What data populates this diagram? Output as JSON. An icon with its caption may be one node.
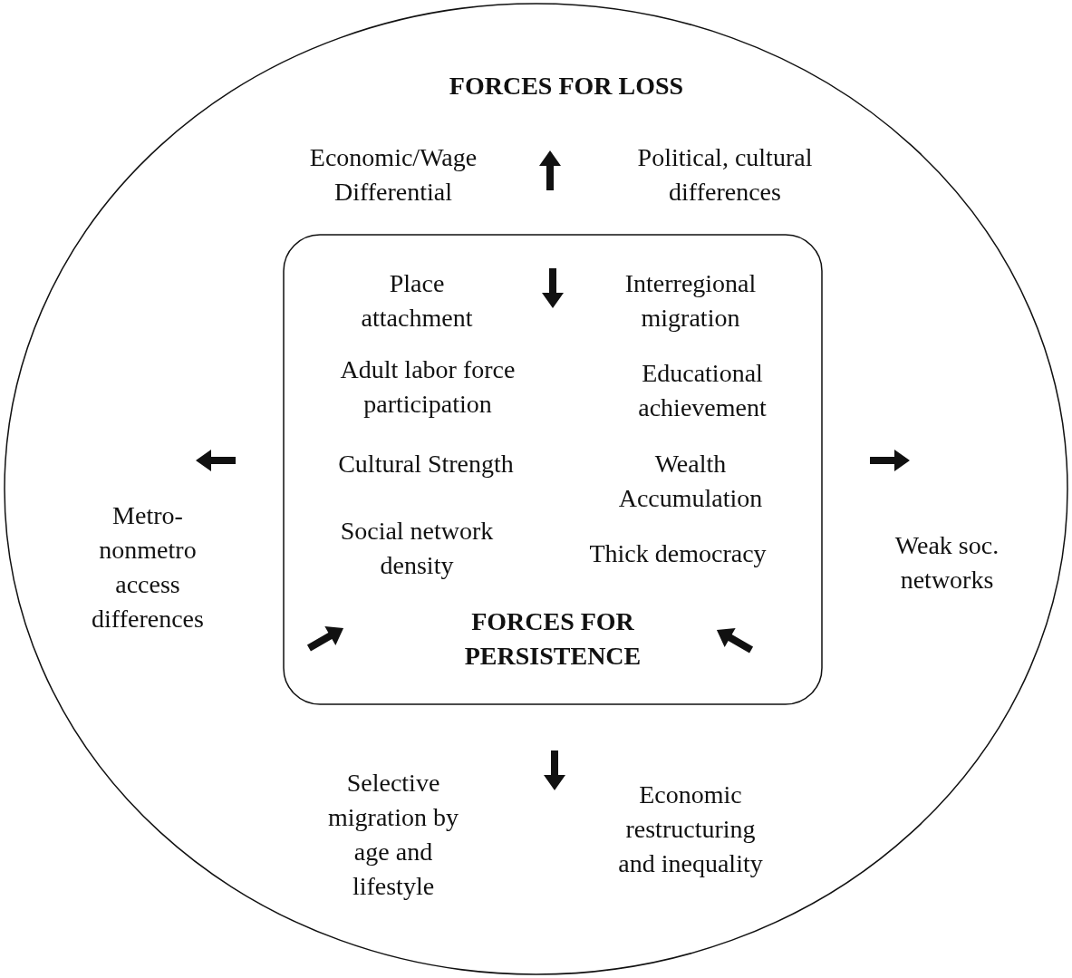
{
  "diagram": {
    "nodes": [
      {
        "text": [
          "FORCES FOR LOSS",
          "Economic/Wage Differential",
          "Political, cultural differences",
          "Metro-nonmetro access differences",
          "Weak soc. networks",
          "Selective migration by age and lifestyle",
          "Economic restructuring and inequality"
        ]
      },
      {
        "text": [
          "Place attachment",
          "Interregional migration",
          "Adult labor force participation",
          "Educational achievement",
          "Cultural Strength",
          "Wealth Accumulation",
          "Social network density",
          "Thick democracy",
          "FORCES FOR PERSISTENCE"
        ],
        "in": 0
      }
    ],
    "edges": []
  }
}
